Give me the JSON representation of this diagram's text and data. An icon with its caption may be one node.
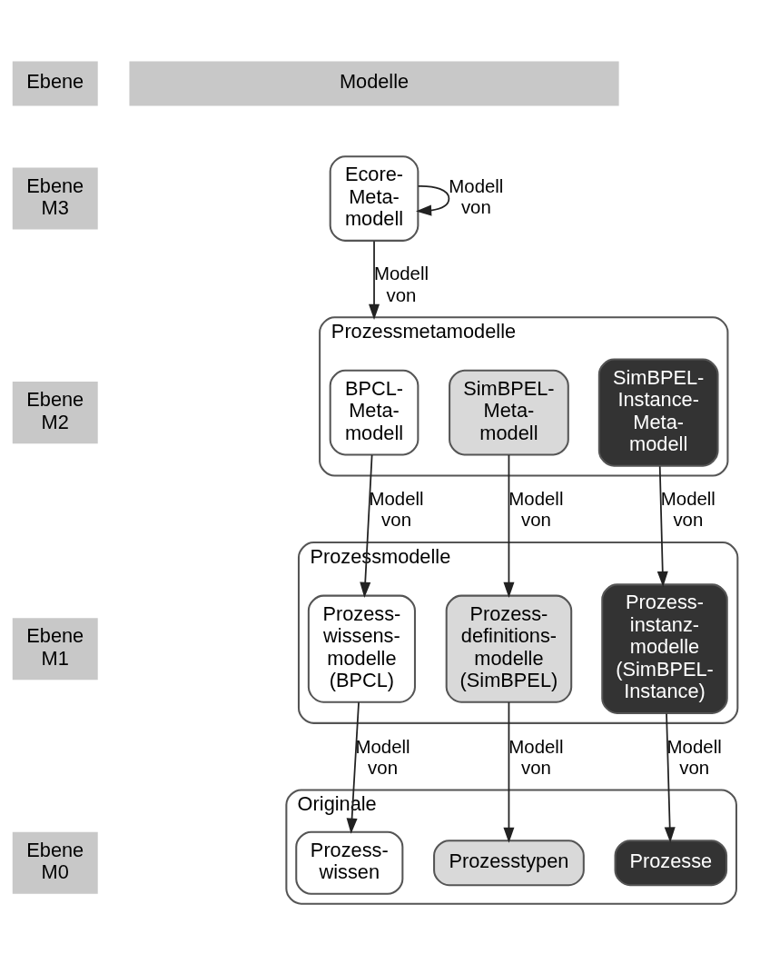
{
  "diagram": {
    "nodes": [
      {
        "text": [
          "Ebene"
        ]
      },
      {
        "text": [
          "Modelle"
        ]
      },
      {
        "text": [
          "Ebene M3"
        ]
      },
      {
        "text": [
          "Ebene M2"
        ]
      },
      {
        "text": [
          "Ebene M1"
        ]
      },
      {
        "text": [
          "Ebene M0"
        ]
      },
      {
        "text": [
          "Ecore-Meta-modell"
        ]
      },
      {
        "text": [
          "Prozessmetamodelle"
        ]
      },
      {
        "text": [
          "BPCL-Meta-modell"
        ],
        "in": 7
      },
      {
        "text": [
          "SimBPEL-Meta-modell"
        ],
        "in": 7
      },
      {
        "text": [
          "SimBPEL-Instance-Meta-modell"
        ],
        "in": 7
      },
      {
        "text": [
          "Prozessmodelle"
        ]
      },
      {
        "text": [
          "Prozess-wissens-modelle (BPCL)"
        ],
        "in": 11
      },
      {
        "text": [
          "Prozess-definitions-modelle (SimBPEL)"
        ],
        "in": 11
      },
      {
        "text": [
          "Prozess-instanz-modelle (SimBPEL-Instance)"
        ],
        "in": 11
      },
      {
        "text": [
          "Originale"
        ]
      },
      {
        "text": [
          "Prozess-wissen"
        ],
        "in": 15
      },
      {
        "text": [
          "Prozesstypen"
        ],
        "in": 15
      },
      {
        "text": [
          "Prozesse"
        ],
        "in": 15
      }
    ],
    "edges": [
      {
        "from": 6,
        "to": 6,
        "arrow": "to",
        "label": "Modell von"
      },
      {
        "from": 6,
        "to": 7,
        "arrow": "to",
        "label": "Modell von"
      },
      {
        "from": 8,
        "to": 12,
        "arrow": "to",
        "label": "Modell von"
      },
      {
        "from": 9,
        "to": 13,
        "arrow": "to",
        "label": "Modell von"
      },
      {
        "from": 10,
        "to": 14,
        "arrow": "to",
        "label": "Modell von"
      },
      {
        "from": 12,
        "to": 16,
        "arrow": "to",
        "label": "Modell von"
      },
      {
        "from": 13,
        "to": 17,
        "arrow": "to",
        "label": "Modell von"
      },
      {
        "from": 14,
        "to": 18,
        "arrow": "to",
        "label": "Modell von"
      }
    ]
  }
}
